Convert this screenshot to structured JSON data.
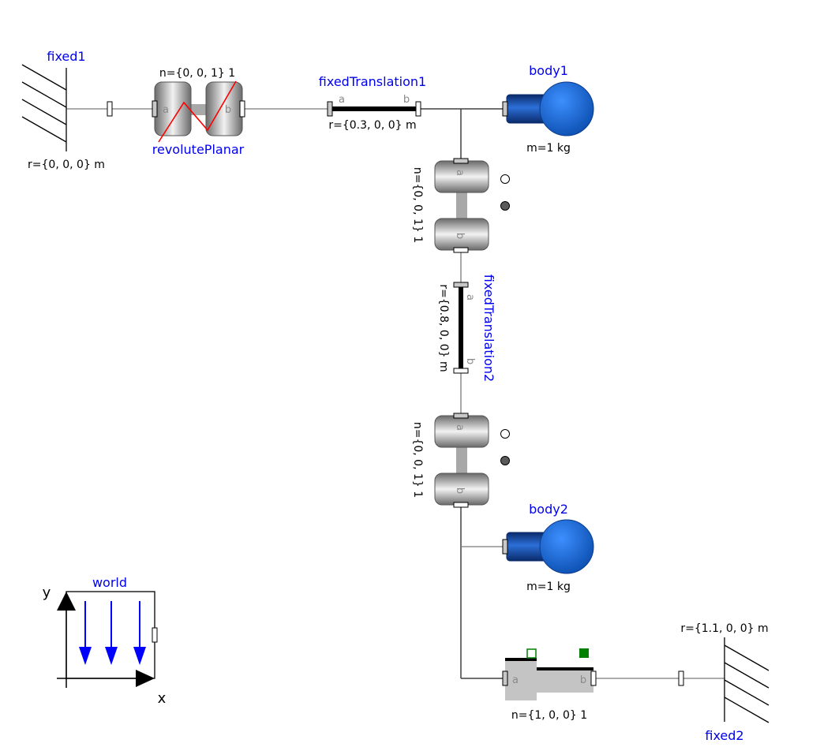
{
  "components": {
    "fixed1": {
      "name": "fixed1",
      "param": "r={0, 0, 0} m"
    },
    "revolutePlanar": {
      "name": "revolutePlanar",
      "param": "n={0, 0, 1} 1",
      "port_a": "a",
      "port_b": "b"
    },
    "fixedTranslation1": {
      "name": "fixedTranslation1",
      "param": "r={0.3, 0, 0} m",
      "port_a": "a",
      "port_b": "b"
    },
    "body1": {
      "name": "body1",
      "param": "m=1 kg"
    },
    "revolute1": {
      "param": "n={0, 0, 1} 1",
      "port_a": "a",
      "port_b": "b"
    },
    "fixedTranslation2": {
      "name": "fixedTranslation2",
      "param": "r={0.8, 0, 0} m",
      "port_a": "a",
      "port_b": "b"
    },
    "revolute2": {
      "param": "n={0, 0, 1} 1",
      "port_a": "a",
      "port_b": "b"
    },
    "body2": {
      "name": "body2",
      "param": "m=1 kg"
    },
    "prismatic": {
      "param": "n={1, 0, 0} 1",
      "port_a": "a",
      "port_b": "b"
    },
    "fixed2": {
      "name": "fixed2",
      "param": "r={1.1, 0, 0} m"
    },
    "world": {
      "name": "world",
      "axis_x": "x",
      "axis_y": "y"
    }
  },
  "colors": {
    "label": "#0000ee",
    "body_sphere": "#1f6fd6",
    "body_cylinder": "#1a4fa8",
    "joint_red_line": "#ff0000",
    "gravity_arrow": "#0000ff",
    "prismatic_flag": "#008000"
  }
}
